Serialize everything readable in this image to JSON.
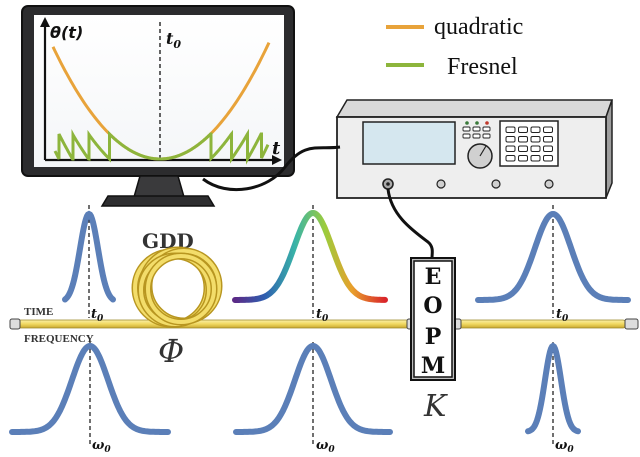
{
  "legend": {
    "items": [
      {
        "label": "quadratic",
        "color": "#e8a33a"
      },
      {
        "label": "Fresnel",
        "color": "#8db53c"
      }
    ]
  },
  "monitor": {
    "y_axis_label": "θ(t)",
    "x_axis_label": "t",
    "center_label": "t",
    "center_sub": "0"
  },
  "fiber": {
    "domain_top_label": "TIME",
    "domain_bottom_label": "FREQUENCY",
    "fiber_color": "#f2dc6a"
  },
  "gdd": {
    "label": "GDD",
    "symbol": "Φ"
  },
  "eopm": {
    "letters": [
      "E",
      "O",
      "P",
      "M"
    ],
    "symbol": "K"
  },
  "pulses": {
    "time": [
      {
        "label": "t",
        "sub": "0"
      },
      {
        "label": "t",
        "sub": "0"
      },
      {
        "label": "t",
        "sub": "0"
      }
    ],
    "frequency": [
      {
        "label": "ω",
        "sub": "0"
      },
      {
        "label": "ω",
        "sub": "0"
      },
      {
        "label": "ω",
        "sub": "0"
      }
    ]
  },
  "colors": {
    "pulse": "#5b7fb8",
    "quadratic": "#e8a33a",
    "fresnel": "#8db53c"
  }
}
